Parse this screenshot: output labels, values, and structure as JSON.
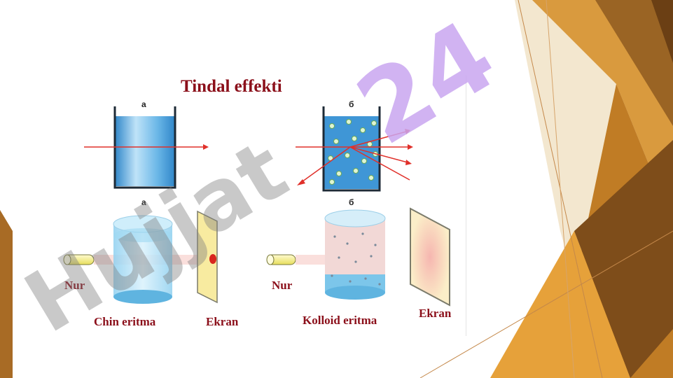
{
  "slide": {
    "title": "Tindal effekti",
    "colors": {
      "accent_gold": "#e0a447",
      "accent_brown": "#8a5a24",
      "label_red": "#8b0f1a",
      "glass_blue": "#4fa8e0",
      "beam_red": "#e0302a"
    }
  },
  "diagram": {
    "top_left_tag": "а",
    "top_right_tag": "б",
    "bottom_left_tag": "а",
    "bottom_right_tag": "б",
    "left_light_label": "Nur",
    "right_light_label": "Nur",
    "left_solution_label": "Chin eritma",
    "right_solution_label": "Kolloid eritma",
    "left_screen_label": "Ekran",
    "right_screen_label": "Ekran"
  },
  "watermark": {
    "text": "Hujjat 24",
    "color": "#c9a6f0"
  }
}
